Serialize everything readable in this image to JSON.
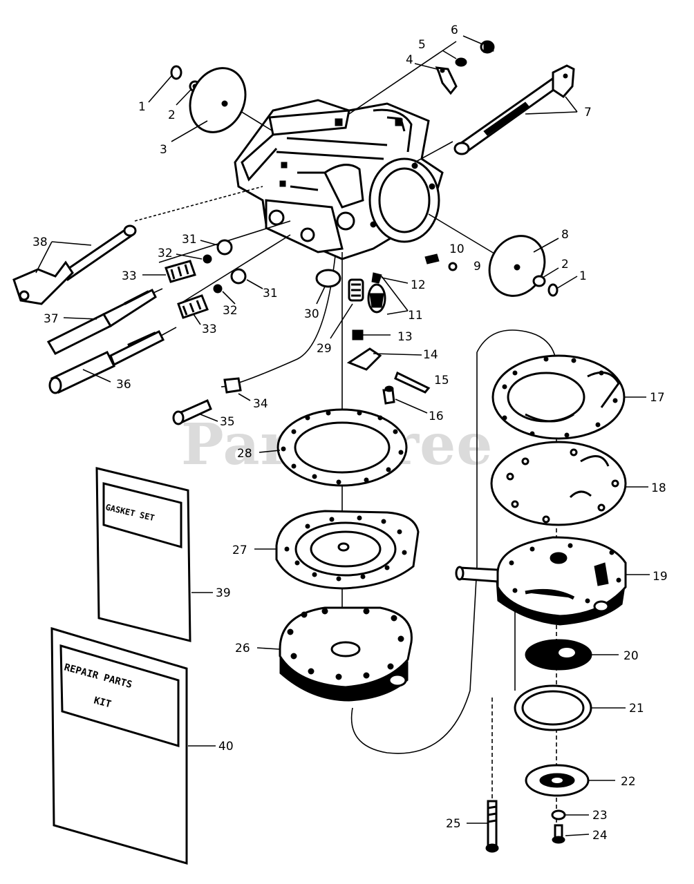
{
  "watermark": "PartsTree",
  "kits": {
    "gasket_set": "GASKET SET",
    "repair_line1": "REPAIR PARTS",
    "repair_line2": "KIT"
  },
  "parts": [
    {
      "label": "1"
    },
    {
      "label": "2"
    },
    {
      "label": "3"
    },
    {
      "label": "4"
    },
    {
      "label": "5"
    },
    {
      "label": "6"
    },
    {
      "label": "7"
    },
    {
      "label": "8"
    },
    {
      "label": "2"
    },
    {
      "label": "1"
    },
    {
      "label": "10"
    },
    {
      "label": "9"
    },
    {
      "label": "12"
    },
    {
      "label": "11"
    },
    {
      "label": "13"
    },
    {
      "label": "14"
    },
    {
      "label": "15"
    },
    {
      "label": "16"
    },
    {
      "label": "17"
    },
    {
      "label": "18"
    },
    {
      "label": "19"
    },
    {
      "label": "20"
    },
    {
      "label": "21"
    },
    {
      "label": "22"
    },
    {
      "label": "23"
    },
    {
      "label": "24"
    },
    {
      "label": "25"
    },
    {
      "label": "26"
    },
    {
      "label": "27"
    },
    {
      "label": "28"
    },
    {
      "label": "29"
    },
    {
      "label": "30"
    },
    {
      "label": "31"
    },
    {
      "label": "32"
    },
    {
      "label": "31"
    },
    {
      "label": "32"
    },
    {
      "label": "33"
    },
    {
      "label": "33"
    },
    {
      "label": "38"
    },
    {
      "label": "37"
    },
    {
      "label": "36"
    },
    {
      "label": "34"
    },
    {
      "label": "35"
    },
    {
      "label": "39"
    },
    {
      "label": "40"
    }
  ]
}
